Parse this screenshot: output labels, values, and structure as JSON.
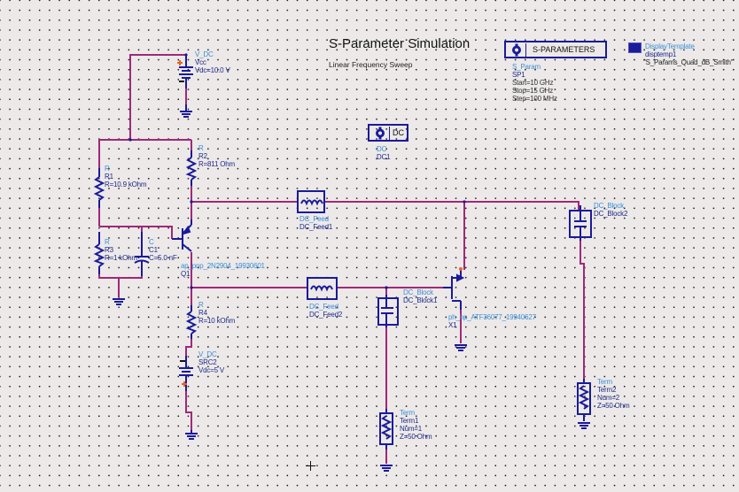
{
  "simulation": {
    "title": "S-Parameter Simulation",
    "subtitle": "Linear Frequency Sweep"
  },
  "s_param_controller": {
    "button_label": "S-PARAMETERS",
    "type": "S_Param",
    "name": "SP1",
    "start": "Start=10 GHz",
    "stop": "Stop=15 GHz",
    "step": "Step=100 MHz"
  },
  "display_template": {
    "type": "DisplayTemplate",
    "name": "disptemp1",
    "value": "\"S_Params_Quad_dB_Smith\""
  },
  "dc_controller": {
    "button_label": "DC",
    "type": "DC",
    "name": "DC1"
  },
  "components": {
    "vdc_vcc": {
      "type": "V_DC",
      "name": "Vcc",
      "value": "Vdc=10.0 V"
    },
    "r1": {
      "type": "R",
      "name": "R1",
      "value": "R=10.9 kOhm"
    },
    "r2": {
      "type": "R",
      "name": "R2",
      "value": "R=811 Ohm"
    },
    "r3": {
      "type": "R",
      "name": "R3",
      "value": "R=1 kOhm"
    },
    "c1": {
      "type": "C",
      "name": "C1",
      "value": "C=5.0 nF"
    },
    "q1": {
      "type": "ap_pnp_2N2904_19930601",
      "name": "Q1"
    },
    "r4": {
      "type": "R",
      "name": "R4",
      "value": "R=10 kOhm"
    },
    "src2": {
      "type": "V_DC",
      "name": "SRC2",
      "value": "Vdc=5 V"
    },
    "dc_feed1": {
      "type": "DC_Feed",
      "name": "DC_Feed1"
    },
    "dc_feed2": {
      "type": "DC_Feed",
      "name": "DC_Feed2"
    },
    "dc_block1": {
      "type": "DC_Block",
      "name": "DC_Block1"
    },
    "dc_block2": {
      "type": "DC_Block",
      "name": "DC_Block2"
    },
    "x1": {
      "type": "ph_hp_ATF36077_19940627",
      "name": "X1"
    },
    "term1": {
      "type": "Term",
      "name": "Term1",
      "num": "Num=1",
      "z": "Z=50 Ohm"
    },
    "term2": {
      "type": "Term",
      "name": "Term2",
      "num": "Num=2",
      "z": "Z=50 Ohm"
    }
  },
  "colors": {
    "background": "#ECE9E8",
    "wire": "#A0287A",
    "component": "#1A1A9A",
    "label_type": "#3C8FD8",
    "label_value": "#1F2A8A",
    "polarity": "#E8641E"
  }
}
